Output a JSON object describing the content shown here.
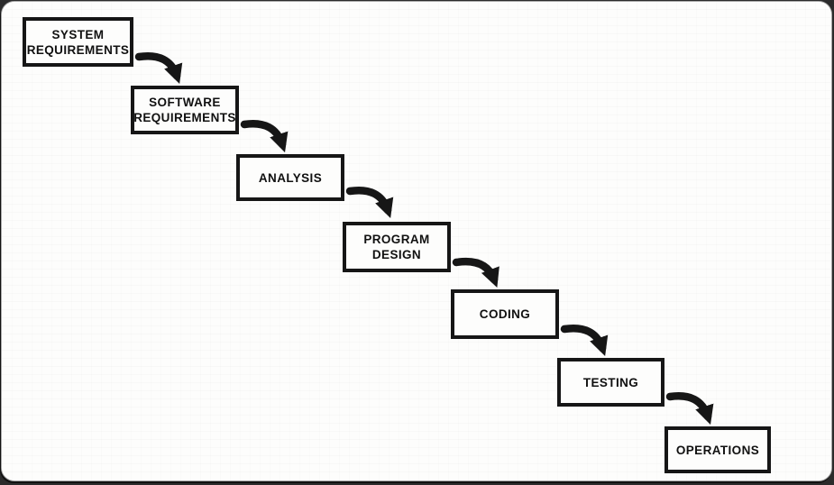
{
  "diagram": {
    "type": "flow-cascade",
    "stages": [
      {
        "id": "system-requirements",
        "label": "SYSTEM\nREQUIREMENTS"
      },
      {
        "id": "software-requirements",
        "label": "SOFTWARE\nREQUIREMENTS"
      },
      {
        "id": "analysis",
        "label": "ANALYSIS"
      },
      {
        "id": "program-design",
        "label": "PROGRAM\nDESIGN"
      },
      {
        "id": "coding",
        "label": "CODING"
      },
      {
        "id": "testing",
        "label": "TESTING"
      },
      {
        "id": "operations",
        "label": "OPERATIONS"
      }
    ],
    "connections": [
      {
        "from": "system-requirements",
        "to": "software-requirements"
      },
      {
        "from": "software-requirements",
        "to": "analysis"
      },
      {
        "from": "analysis",
        "to": "program-design"
      },
      {
        "from": "program-design",
        "to": "coding"
      },
      {
        "from": "coding",
        "to": "testing"
      },
      {
        "from": "testing",
        "to": "operations"
      }
    ],
    "colors": {
      "ink": "#161616",
      "page_background": "#fdfdfc",
      "frame_background": "#2b2b2b"
    }
  }
}
